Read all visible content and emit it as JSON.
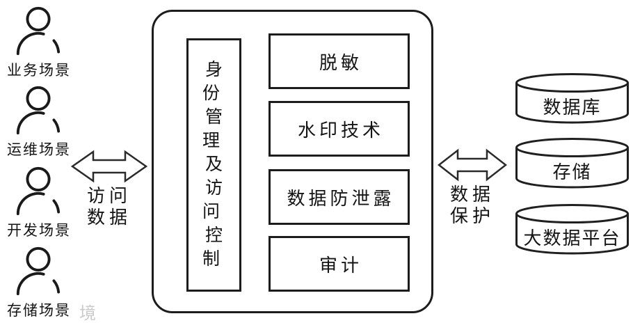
{
  "left_panel": {
    "actors": [
      {
        "label": "业务场景"
      },
      {
        "label": "运维场景"
      },
      {
        "label": "开发场景"
      },
      {
        "label": "存储场景"
      }
    ]
  },
  "access_arrow": {
    "label_line1": "访问",
    "label_line2": "数据"
  },
  "center_panel": {
    "vertical_box": {
      "lines": [
        "身份",
        "管理",
        "及",
        "访问",
        "控制"
      ]
    },
    "boxes": [
      {
        "label": "脱敏"
      },
      {
        "label": "水印技术"
      },
      {
        "label": "数据防泄露"
      },
      {
        "label": "审计"
      }
    ]
  },
  "protect_arrow": {
    "label_line1": "数据",
    "label_line2": "保护"
  },
  "right_panel": {
    "cylinders": [
      {
        "label": "数据库"
      },
      {
        "label": "存储"
      },
      {
        "label": "大数据平台"
      }
    ]
  },
  "watermark": {
    "text": "境"
  },
  "colors": {
    "line": "#1c1c1c",
    "background": "#ffffff"
  }
}
